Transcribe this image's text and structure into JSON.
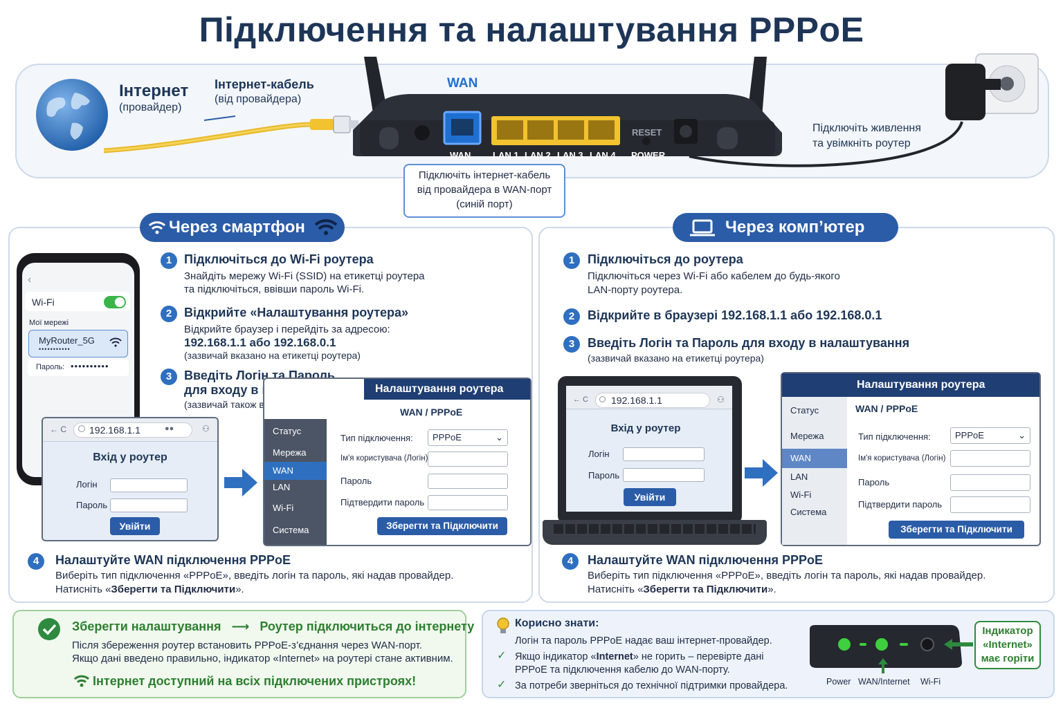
{
  "title": "Підключення та налаштування PPPoE",
  "top": {
    "internet_title": "Інтернет",
    "internet_sub": "(провайдер)",
    "cable_title": "Інтернет-кабель",
    "cable_sub": "(від провайдера)",
    "wan_label_top": "WAN",
    "ports": [
      "WAN",
      "LAN 1",
      "LAN 2",
      "LAN 3",
      "LAN 4"
    ],
    "reset_label": "RESET",
    "power_label": "POWER",
    "power_note_1": "Підключіть живлення",
    "power_note_2": "та увімкніть роутер",
    "callout_1": "Підключіть інтернет-кабель",
    "callout_2": "від провайдера в WAN-порт",
    "callout_3": "(синій порт)"
  },
  "phone_section": {
    "pill": "Через смартфон",
    "phone": {
      "wifi_label": "Wi-Fi",
      "my_networks": "Мої мережі",
      "network": "MyRouter_5G",
      "password_label": "Пароль:",
      "password_dots": "••••••••••"
    },
    "step1_title": "Підключіться до Wi-Fi роутера",
    "step1_text_1": "Знайдіть мережу Wi-Fi (SSID) на етикетці роутера",
    "step1_text_2": "та підключіться, ввівши пароль Wi-Fi.",
    "step2_title": "Відкрийте «Налаштування роутера»",
    "step2_text": "Відкрийте браузер і перейдіть за адресою:",
    "step2_addr": "192.168.1.1 або 192.168.0.1",
    "step2_note": "(зазвичай вказано на етикетці роутера)",
    "step3_title_1": "Введіть Логін та Пароль",
    "step3_title_2": "для входу в налаштування",
    "step3_note": "(зазвичай також вказано на етикетці)",
    "login": {
      "url": "192.168.1.1",
      "heading": "Вхід у роутер",
      "login_label": "Логін",
      "password_label": "Пароль",
      "button": "Увійти"
    },
    "settings": {
      "header": "Налаштування роутера",
      "subheader": "WAN / PPPoE",
      "menu": [
        "Статус",
        "Мережа",
        "WAN",
        "LAN",
        "Wi-Fi",
        "Система"
      ],
      "type_label": "Тип підключення:",
      "type_value": "PPPoE",
      "user_label": "Ім'я користувача (Логін)",
      "pass_label": "Пароль",
      "confirm_label": "Підтвердити пароль",
      "button": "Зберегти та Підключити"
    },
    "step4_title": "Налаштуйте WAN підключення PPPoE",
    "step4_text_1": "Виберіть тип підключення «PPPoE», введіть логін та пароль, які надав провайдер.",
    "step4_text_2a": "Натисніть «",
    "step4_text_2b": "Зберегти та Підключити",
    "step4_text_2c": "»."
  },
  "pc_section": {
    "pill": "Через комп’ютер",
    "step1_title": "Підключіться до роутера",
    "step1_text_1": "Підключіться через Wi-Fi або кабелем до будь-якого",
    "step1_text_2": "LAN-порту роутера.",
    "step2_title": "Відкрийте в браузері 192.168.1.1 або 192.168.0.1",
    "step3_title": "Введіть Логін та Пароль для входу в налаштування",
    "step3_note": "(зазвичай вказано на етикетці роутера)",
    "login": {
      "url": "192.168.1.1",
      "heading": "Вхід у роутер",
      "login_label": "Логін",
      "password_label": "Пароль",
      "button": "Увійти"
    },
    "settings": {
      "header": "Налаштування роутера",
      "subheader": "WAN / PPPoE",
      "menu": [
        "Статус",
        "Мережа",
        "WAN",
        "LAN",
        "Wi-Fi",
        "Система"
      ],
      "type_label": "Тип підключення:",
      "type_value": "PPPoE",
      "user_label": "Ім'я користувача (Логін)",
      "pass_label": "Пароль",
      "confirm_label": "Підтвердити пароль",
      "button": "Зберегти та Підключити"
    },
    "step4_title": "Налаштуйте WAN підключення PPPoE",
    "step4_text_1": "Виберіть тип підключення «PPPoE», введіть логін та пароль, які надав провайдер.",
    "step4_text_2a": "Натисніть «",
    "step4_text_2b": "Зберегти та Підключити",
    "step4_text_2c": "»."
  },
  "bottom_left": {
    "title_a": "Зберегти налаштування",
    "arrow": "⟶",
    "title_b": "Роутер підключиться до інтернету",
    "text_1": "Після збереження роутер встановить PPPoE-з’єднання через WAN-порт.",
    "text_2": "Якщо дані введено правильно, індикатор «Internet» на роутері стане активним.",
    "footer": "Інтернет доступний на всіх підключених пристроях!"
  },
  "bottom_right": {
    "title": "Корисно знати:",
    "line_1": "Логін та пароль PPPoE надає ваш інтернет-провайдер.",
    "line_2a": "Якщо індикатор «",
    "line_2b": "Internet",
    "line_2c": "» не горить – перевірте дані",
    "line_3": "PPPoE та підключення кабелю до WAN-порту.",
    "line_4": "За потреби зверніться до технічної підтримки провайдера.",
    "led_labels": [
      "Power",
      "WAN/Internet",
      "Wi-Fi"
    ],
    "indicator_1": "Індикатор",
    "indicator_2": "«Internet»",
    "indicator_3": "має горіти"
  },
  "colors": {
    "navy": "#1d3557",
    "accent_blue": "#2b5ca7",
    "wan_blue": "#1f6fd1",
    "lan_yellow": "#f2c230",
    "led_green": "#3ecf3e",
    "success_green": "#2d7f2f"
  }
}
